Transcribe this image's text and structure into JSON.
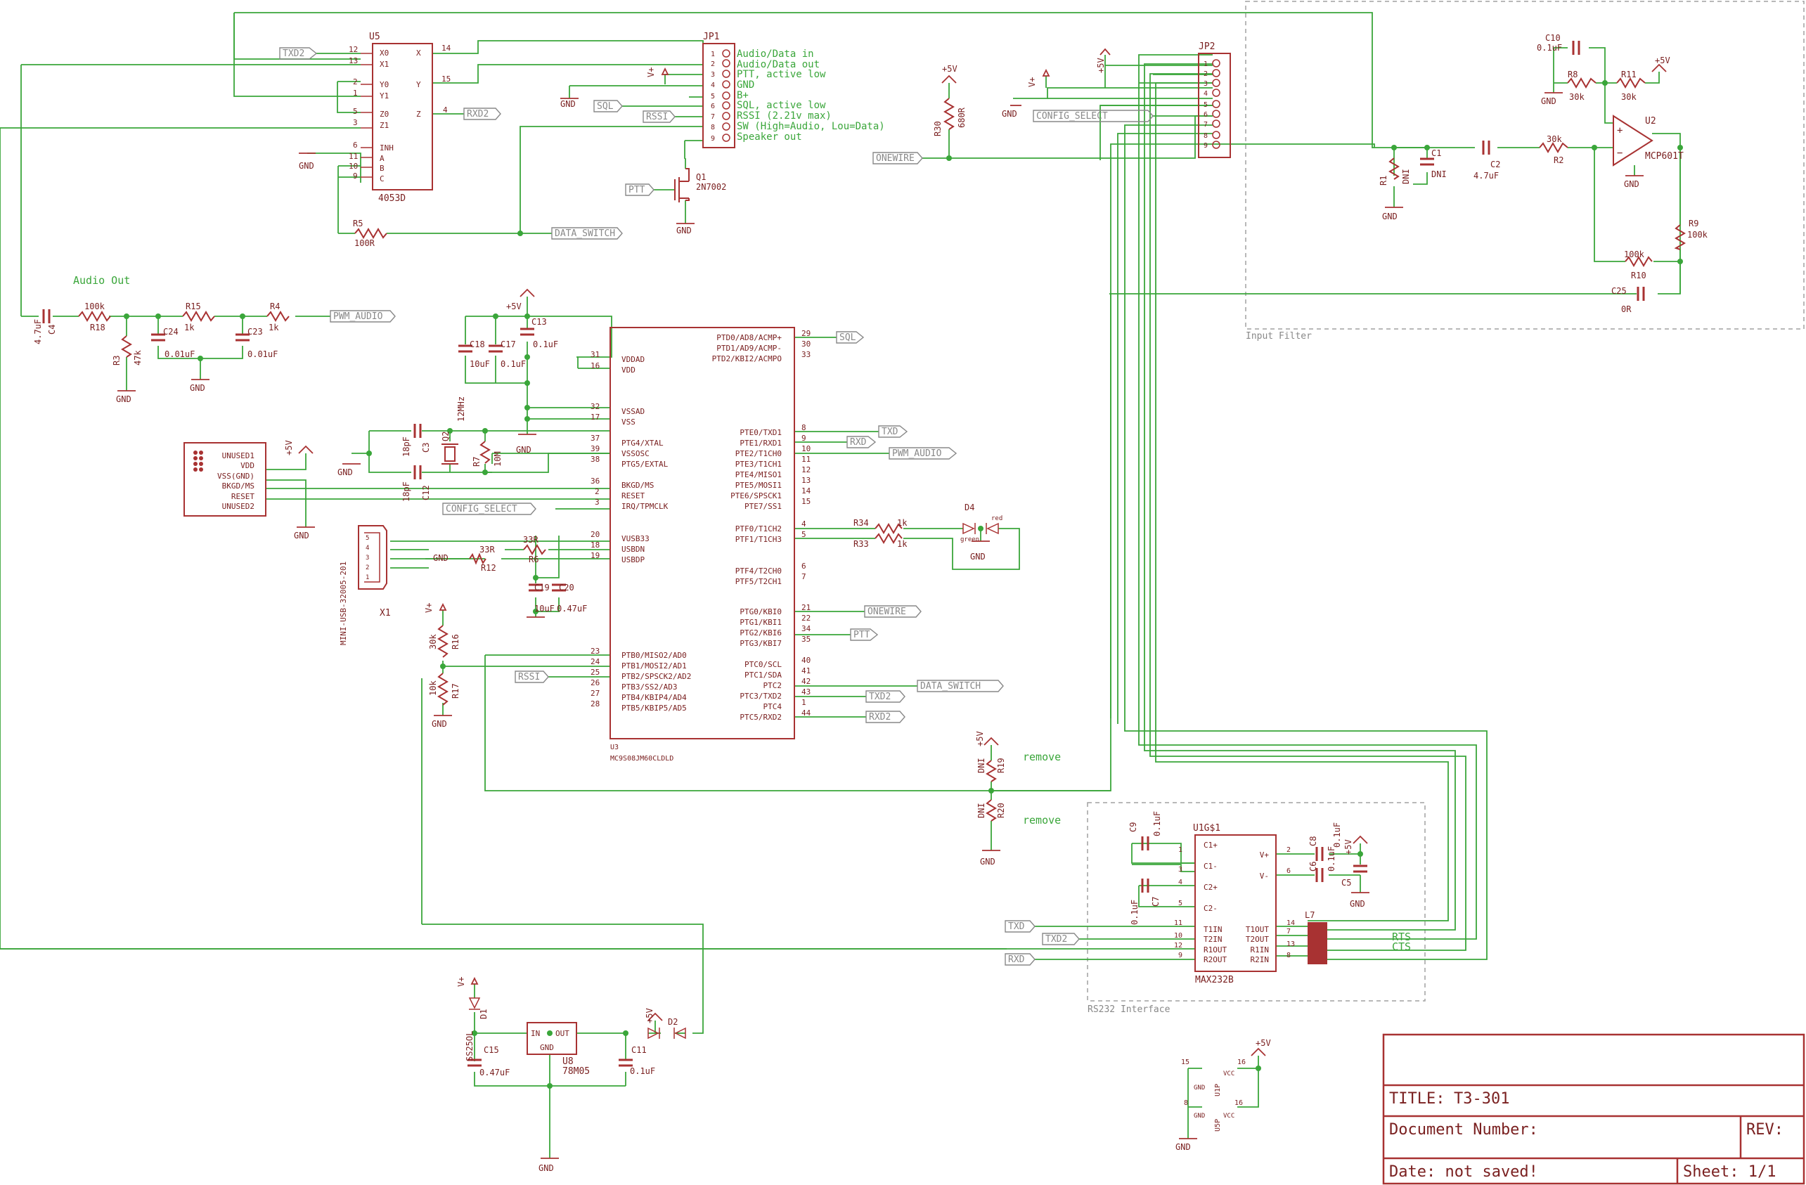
{
  "colors": {
    "wire": "#3aa63a",
    "part": "#a83232",
    "frame": "#a83232",
    "dashed": "#a0a0a0",
    "text": "#7a2020"
  },
  "notes": {
    "audio_out": "Audio Out",
    "remove1": "remove",
    "remove2": "remove"
  },
  "groups": {
    "input_filter": "Input Filter",
    "rs232": "RS232 Interface"
  },
  "title_block": {
    "title_label": "TITLE:",
    "title_value": "T3-301",
    "doc_number": "Document Number:",
    "rev": "REV:",
    "date": "Date: not saved!",
    "sheet": "Sheet: 1/1"
  },
  "ports": {
    "txd2_top": "TXD2",
    "rxd2_top": "RXD2",
    "data_switch_top": "DATA_SWITCH",
    "sql_left": "SQL",
    "rssi_left": "RSSI",
    "ptt_left": "PTT",
    "config_select_top": "CONFIG_SELECT",
    "onewire_top": "ONEWIRE",
    "pwm_audio_left": "PWM_AUDIO",
    "sql_right": "SQL",
    "txd_right": "TXD",
    "rxd_right": "RXD",
    "pwm_audio_right": "PWM_AUDIO",
    "config_select_mid": "CONFIG_SELECT",
    "onewire_right": "ONEWIRE",
    "ptt_right": "PTT",
    "data_switch_right": "DATA_SWITCH",
    "txd2_right": "TXD2",
    "rxd2_right": "RXD2",
    "rssi_mid": "RSSI",
    "txd_bottom": "TXD",
    "txd2_bottom": "TXD2",
    "rxd_bottom": "RXD"
  },
  "u5": {
    "ref": "U5",
    "value": "4053D",
    "pins_left": [
      "X0",
      "X1",
      "Y0",
      "Y1",
      "Z0",
      "Z1",
      "INH",
      "A",
      "B",
      "C"
    ],
    "nums_left": [
      "12",
      "13",
      "2",
      "1",
      "5",
      "3",
      "6",
      "11",
      "10",
      "9"
    ],
    "pins_right": [
      "X",
      "Y",
      "Z"
    ],
    "nums_right": [
      "14",
      "15",
      "4"
    ]
  },
  "jp1": {
    "ref": "JP1",
    "nums": [
      "1",
      "2",
      "3",
      "4",
      "5",
      "6",
      "7",
      "8",
      "9"
    ],
    "labels": [
      "Audio/Data in",
      "Audio/Data out",
      "PTT, active low",
      "GND",
      "B+",
      "SQL, active low",
      "RSSI (2.21v max)",
      "SW (High=Audio, Lou=Data)",
      "Speaker out"
    ]
  },
  "jp2": {
    "ref": "JP2",
    "nums": [
      "1",
      "2",
      "3",
      "4",
      "5",
      "6",
      "7",
      "8",
      "9"
    ]
  },
  "u3": {
    "ref": "U3",
    "value": "MC9S08JM60CLDLD",
    "left_pins": [
      "VDDAD",
      "VDD",
      "VSSAD",
      "VSS",
      "PTG4/XTAL",
      "VSSOSC",
      "PTG5/EXTAL",
      "BKGD/MS",
      "RESET",
      "IRQ/TPMCLK",
      "VUSB33",
      "USBDN",
      "USBDP",
      "PTB0/MISO2/AD0",
      "PTB1/MOSI2/AD1",
      "PTB2/SPSCK2/AD2",
      "PTB3/SS2/AD3",
      "PTB4/KBIP4/AD4",
      "PTB5/KBIP5/AD5"
    ],
    "left_nums": [
      "31",
      "16",
      "32",
      "17",
      "37",
      "39",
      "38",
      "36",
      "2",
      "3",
      "20",
      "18",
      "19",
      "23",
      "24",
      "25",
      "26",
      "27",
      "28"
    ],
    "right_pins": [
      "PTD0/AD8/ACMP+",
      "PTD1/AD9/ACMP-",
      "PTD2/KBI2/ACMPO",
      "PTE0/TXD1",
      "PTE1/RXD1",
      "PTE2/T1CH0",
      "PTE3/T1CH1",
      "PTE4/MISO1",
      "PTE5/MOSI1",
      "PTE6/SPSCK1",
      "PTE7/SS1",
      "PTF0/T1CH2",
      "PTF1/T1CH3",
      "PTF4/T2CH0",
      "PTF5/T2CH1",
      "PTG0/KBI0",
      "PTG1/KBI1",
      "PTG2/KBI6",
      "PTG3/KBI7",
      "PTC0/SCL",
      "PTC1/SDA",
      "PTC2",
      "PTC3/TXD2",
      "PTC4",
      "PTC5/RXD2"
    ],
    "right_nums": [
      "29",
      "30",
      "33",
      "8",
      "9",
      "10",
      "11",
      "12",
      "13",
      "14",
      "15",
      "4",
      "5",
      "6",
      "7",
      "21",
      "22",
      "34",
      "35",
      "40",
      "41",
      "42",
      "43",
      "1",
      "44"
    ]
  },
  "debug": {
    "labels": [
      "UNUSED1",
      "VDD",
      "VSS(GND)",
      "BKGD/MS",
      "RESET",
      "UNUSED2"
    ]
  },
  "usb": {
    "ref": "X1",
    "value": "MINI-USB-32005-201",
    "nums": [
      "5",
      "4",
      "3",
      "2",
      "1"
    ]
  },
  "u2": {
    "ref": "U2",
    "value": "MCP601T"
  },
  "u1": {
    "ref": "U1G$1",
    "value": "MAX232B",
    "left": [
      "C1+",
      "C1-",
      "C2+",
      "C2-",
      "T1IN",
      "T2IN",
      "R1OUT",
      "R2OUT"
    ],
    "left_nums": [
      "1",
      "3",
      "4",
      "5",
      "11",
      "10",
      "12",
      "9"
    ],
    "right": [
      "V+",
      "V-",
      "T1OUT",
      "T2OUT",
      "R1IN",
      "R2IN"
    ],
    "right_nums": [
      "2",
      "6",
      "14",
      "7",
      "13",
      "8"
    ]
  },
  "u8": {
    "ref": "U8",
    "value": "78M05",
    "in": "IN",
    "out": "OUT",
    "gnd": "GND"
  },
  "power_units": {
    "u1p": "U1P",
    "u5p": "U5P",
    "gnd": "GND",
    "vcc": "VCC",
    "nums_top": [
      "15",
      "16"
    ],
    "nums_bot": [
      "8",
      "16"
    ]
  },
  "rs_labels": {
    "rts": "RTS",
    "cts": "CTS",
    "l7": "L7"
  },
  "supply": {
    "gnd": "GND",
    "p5v": "+5V",
    "vplus": "V+"
  },
  "comp": {
    "r5": "R5",
    "r5v": "100R",
    "q1": "Q1",
    "q1v": "2N7002",
    "r30": "R30",
    "r30v": "680R",
    "r18": "R18",
    "r18v": "100k",
    "c4": "C4",
    "c4v": "4.7uF",
    "r15": "R15",
    "r15v": "1k",
    "r4": "R4",
    "r4v": "1k",
    "r3": "R3",
    "r3v": "47k",
    "c24": "C24",
    "c24v": "0.01uF",
    "c23": "C23",
    "c23v": "0.01uF",
    "c13": "C13",
    "c13v": "0.1uF",
    "c18": "C18",
    "c18v": "10uF",
    "c17": "C17",
    "c17v": "0.1uF",
    "c3": "C3",
    "c3v": "18pF",
    "c12": "C12",
    "c12v": "18pF",
    "q2": "Q2",
    "q2v": "12MHz",
    "r7": "R7",
    "r7v": "10M",
    "r12": "R12",
    "r12v": "33R",
    "r6": "R6",
    "r6v": "33R",
    "c19": "C19",
    "c19v": "10uF",
    "c20": "C20",
    "c20v": "0.47uF",
    "r16": "R16",
    "r16v": "30k",
    "r17": "R17",
    "r17v": "10k",
    "r34": "R34",
    "r34v": "1k",
    "r33": "R33",
    "r33v": "1k",
    "d4": "D4",
    "d4g": "green",
    "d4r": "red",
    "r19": "R19",
    "r19v": "DNI",
    "r20": "R20",
    "r20v": "DNI",
    "r1": "R1",
    "r1v": "DNI",
    "c1": "C1",
    "c1v": "DNI",
    "c2": "C2",
    "c2v": "4.7uF",
    "r2": "R2",
    "r2v": "30k",
    "c10": "C10",
    "c10v": "0.1uF",
    "r8": "R8",
    "r8v": "30k",
    "r11": "R11",
    "r11v": "30k",
    "r9": "R9",
    "r9v": "100k",
    "r10": "R10",
    "r10v": "100k",
    "c25": "C25",
    "c25v": "0R",
    "c9": "C9",
    "c9v": "0.1uF",
    "c7": "C7",
    "c7v": "0.1uF",
    "c8": "C8",
    "c8v": "0.1uF",
    "c6": "C6",
    "c6v": "0.1uF",
    "c5": "C5",
    "d1": "D1",
    "d1v": "SS25OL",
    "c15": "C15",
    "c15v": "0.47uF",
    "c11": "C11",
    "c11v": "0.1uF",
    "d2": "D2"
  }
}
